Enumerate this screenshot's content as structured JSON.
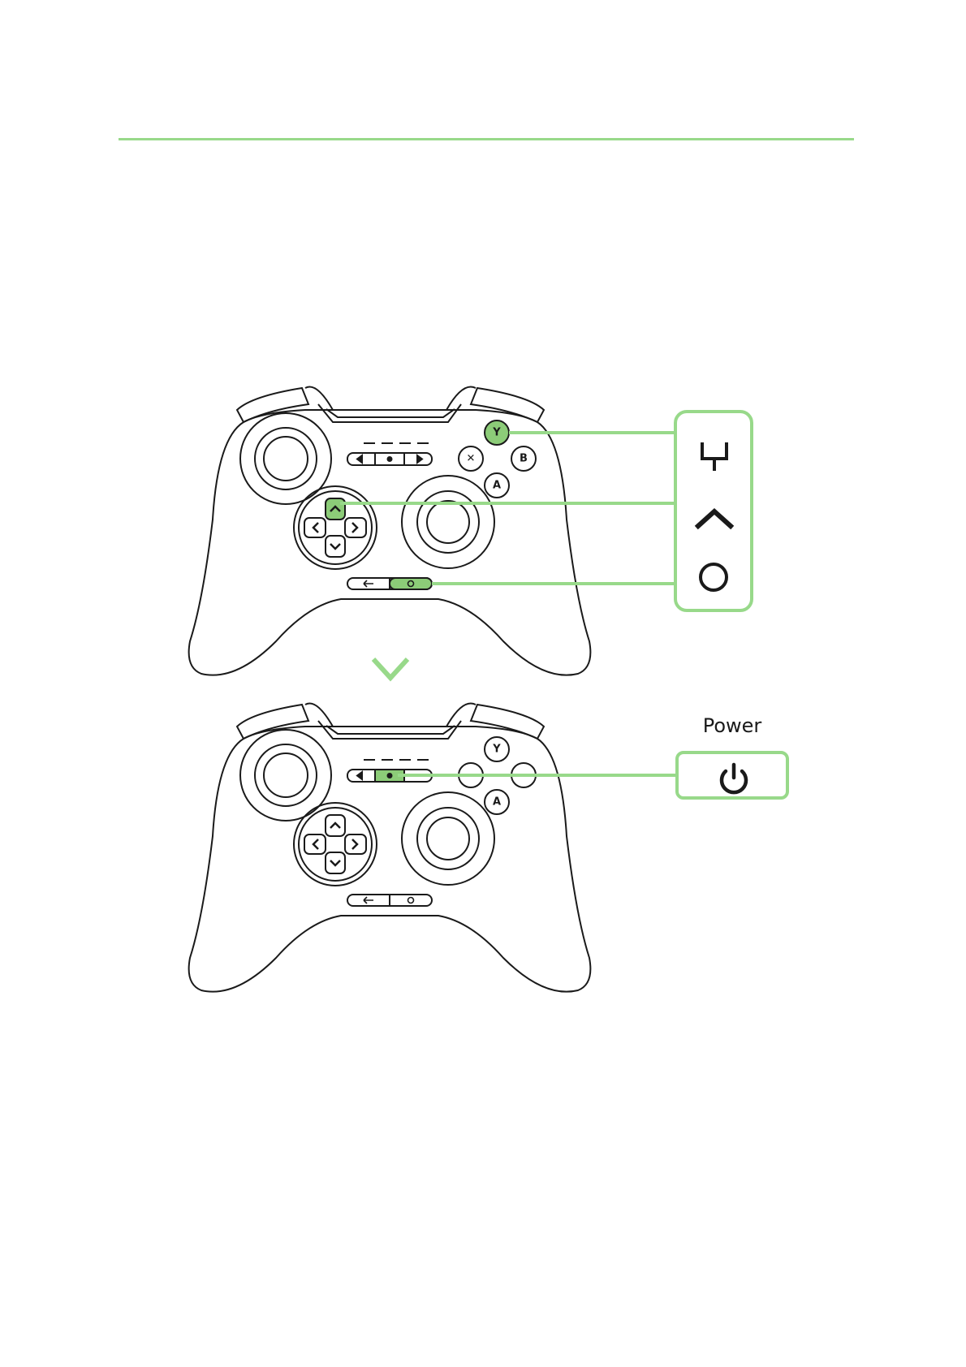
{
  "colors": {
    "accent": "#98d98a",
    "accent_fill": "#8ccc78",
    "line": "#1a1a1a",
    "page": "#ffffff"
  },
  "icons": {
    "header_rule": "green-divider",
    "combo_1": "fork-icon",
    "combo_2": "caret-up-icon",
    "combo_3": "circle-icon",
    "transition": "chevron-down-icon",
    "power": "power-icon"
  },
  "labels": {
    "power_title": "Power",
    "btn_x": "✕",
    "btn_a": "A",
    "btn_b": "B",
    "btn_y": "Y"
  }
}
